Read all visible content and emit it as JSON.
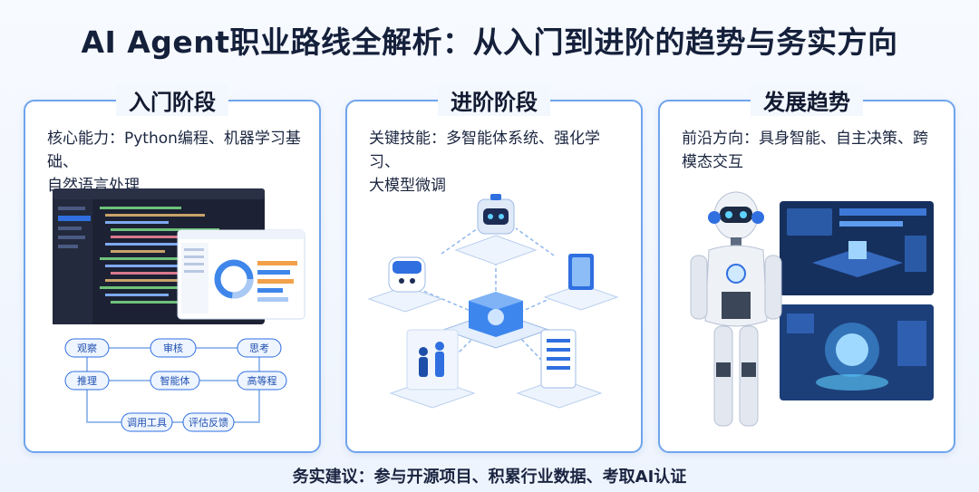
{
  "title": "AI Agent职业路线全解析：从入门到进阶的趋势与务实方向",
  "panels": [
    {
      "title": "入门阶段",
      "desc_line1": "核心能力：Python编程、机器学习基础、",
      "desc_line2": "自然语言处理",
      "flow_nodes": [
        "观察",
        "审核",
        "思考",
        "推理",
        "智能体",
        "高等程",
        "调用工具",
        "评估反馈"
      ]
    },
    {
      "title": "进阶阶段",
      "desc_line1": "关键技能：多智能体系统、强化学习、",
      "desc_line2": "大模型微调"
    },
    {
      "title": "发展趋势",
      "desc_line1": "前沿方向：具身智能、自主决策、跨",
      "desc_line2": "模态交互"
    }
  ],
  "footer": "务实建议：参与开源项目、积累行业数据、考取AI认证",
  "colors": {
    "accent": "#2f6fe0",
    "border": "#6fa4ec",
    "node_fill": "#eef5ff",
    "dark_screen": "#1c2233"
  },
  "icons": [
    "laptop-code-icon",
    "dashboard-window-icon",
    "robot-head-icon",
    "cube-icon",
    "server-icon",
    "people-icon",
    "humanoid-robot-icon",
    "hologram-dashboard-icon"
  ]
}
